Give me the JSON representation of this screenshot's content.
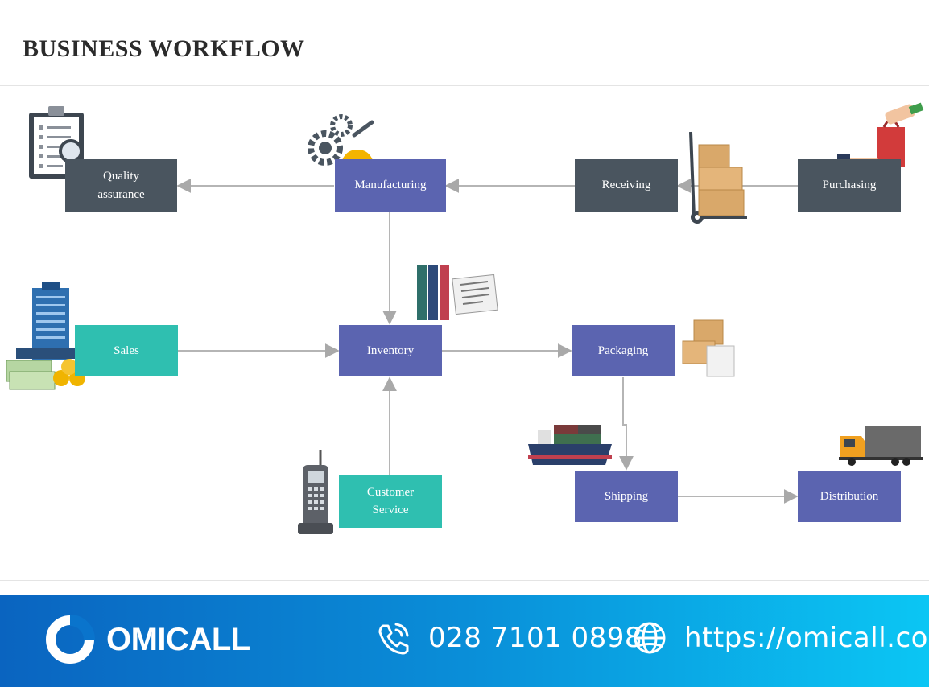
{
  "title": "BUSINESS WORKFLOW",
  "nodes": {
    "quality": "Quality assurance",
    "manufacturing": "Manufacturing",
    "receiving": "Receiving",
    "purchasing": "Purchasing",
    "sales": "Sales",
    "inventory": "Inventory",
    "packaging": "Packaging",
    "customer_service": "Customer Service",
    "shipping": "Shipping",
    "distribution": "Distribution"
  },
  "footer": {
    "brand": "OMICALL",
    "phone": "028 7101 0898",
    "website": "https://omicall.com"
  },
  "colors": {
    "dark_node": "#4a555f",
    "purple_node": "#5b64b0",
    "teal_node": "#2fbfb0",
    "connector": "#b0b0b0",
    "footer_start": "#0a64c0",
    "footer_end": "#0bc6f4"
  }
}
